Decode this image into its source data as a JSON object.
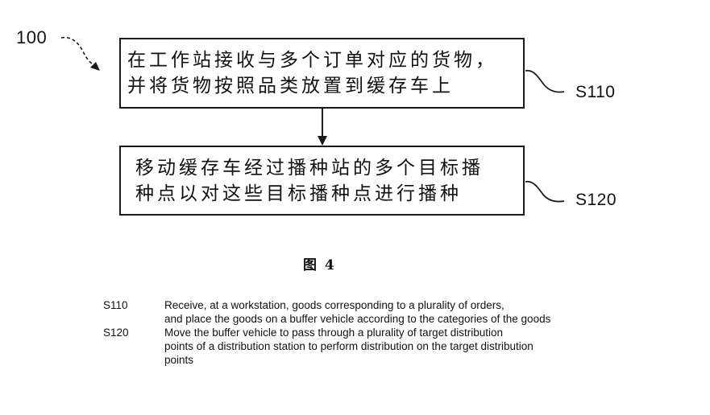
{
  "diagram": {
    "ref_numeral": "100",
    "steps": [
      {
        "id": "S110",
        "lines": [
          "在工作站接收与多个订单对应的货物，",
          "并将货物按照品类放置到缓存车上"
        ]
      },
      {
        "id": "S120",
        "lines": [
          "移动缓存车经过播种站的多个目标播",
          "种点以对这些目标播种点进行播种"
        ]
      }
    ],
    "figure_caption": "图 4"
  },
  "legend": [
    {
      "code": "S110",
      "text": "Receive, at a workstation, goods corresponding to a plurality of orders,\nand place the goods on a buffer vehicle according to the categories of the goods"
    },
    {
      "code": "S120",
      "text": "Move the buffer vehicle to pass through a plurality of target distribution\npoints of a distribution station to perform distribution on the target distribution\npoints"
    }
  ]
}
